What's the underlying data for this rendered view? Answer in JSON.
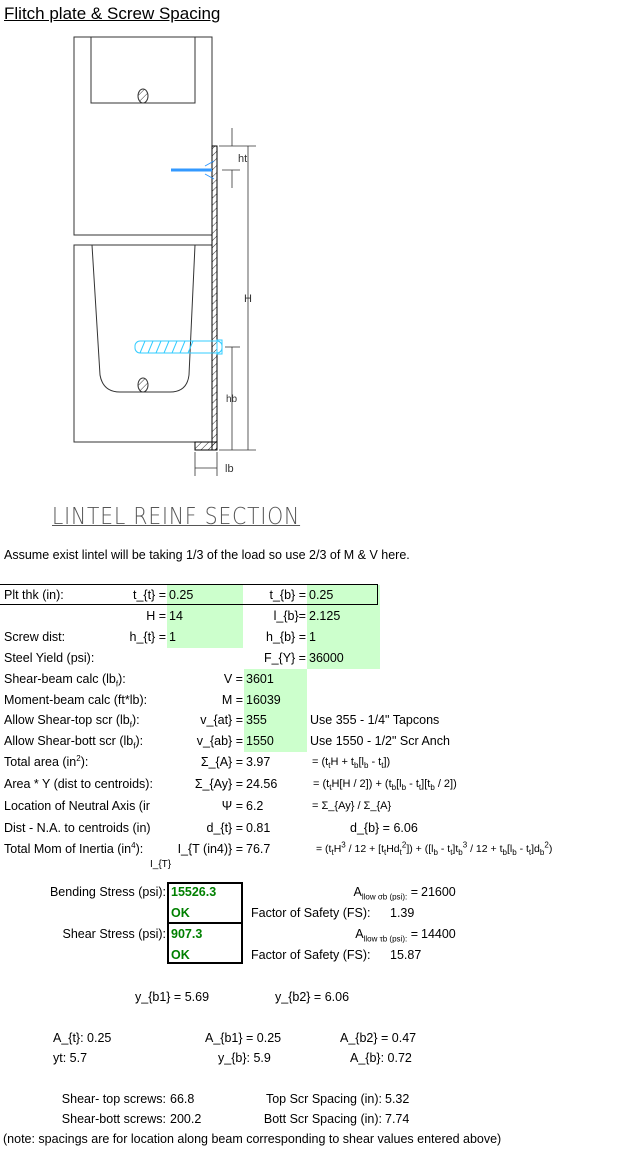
{
  "title": "Flitch plate & Screw Spacing",
  "drawing": {
    "caption": "LINTEL REINF SECTION",
    "dims": {
      "ht": "ht",
      "H": "H",
      "hb": "hb",
      "lb": "lb"
    },
    "colors": {
      "top_screw": "#3399ff",
      "bottom_screw": "#33ccff"
    }
  },
  "assumption": "Assume exist lintel will be taking 1/3 of the load so use 2/3 of M & V here.",
  "inputs": {
    "plt_thk_label": "Plt thk (in):",
    "tt_sym": "t_{t} =",
    "tt": "0.25",
    "tb_sym": "t_{b} =",
    "tb": "0.25",
    "H_sym": "H =",
    "H": "14",
    "lb_sym": "l_{b}=",
    "lb": "2.125",
    "screw_label": "Screw dist:",
    "ht_sym": "h_{t} =",
    "ht": "1",
    "hb_sym": "h_{b} =",
    "hb": "1",
    "steel_label": "Steel Yield (psi):",
    "fy_sym": "F_{Y} =",
    "fy": "36000",
    "shear_label": "Shear-beam calc (lb_{f}):",
    "v_sym": "V =",
    "v": "3601",
    "moment_label": "Moment-beam calc (ft*lb):",
    "m_sym": "M =",
    "m": "16039",
    "vat_label": "Allow Shear-top scr (lb_{f}):",
    "vat_sym": "v_{at} =",
    "vat": "355",
    "vat_note": "Use 355 - 1/4\" Tapcons",
    "vab_label": "Allow Shear-bott scr (lb_{f}):",
    "vab_sym": "v_{ab} =",
    "vab": "1550",
    "vab_note": "Use 1550 - 1/2\" Scr Anch"
  },
  "calcs": {
    "area_label": "Total area (in^{2}):",
    "area_sym": "Σ_{A} =",
    "area": "3.97",
    "area_formula": "= (t_{t}H + t_{b}[l_{b} - t_{t}])",
    "ay_label": "Area * Y (dist to centroids):",
    "ay_sym": "Σ_{Ay} =",
    "ay": "24.56",
    "ay_formula": "= (t_{t}H[H / 2]) + (t_{b}[l_{b} - t_{t}][t_{b} / 2])",
    "na_label": "Location of Neutral Axis (ir",
    "na_sym": "Ψ =",
    "na": "6.2",
    "na_formula": "= Σ_{Ay} / Σ_{A}",
    "d_label": "Dist - N.A. to centroids (in)",
    "dt_sym": "d_{t} =",
    "dt": "0.81",
    "db_text": "d_{b} = 6.06",
    "i_label": "Total Mom of Inertia (in^{4}):",
    "i_sym": "I_{T (in4)} =",
    "i": "76.7",
    "i_formula": "= (t_{t}H^{3} / 12 + [t_{t}Hd_{t}^{2}]) + ([l_{b} - t_{t}]t_{b}^{3} / 12 + t_{b}[l_{b} - t_{t}]d_{b}^{2})",
    "it_mark": "I_{T}"
  },
  "stress": {
    "bending_label": "Bending Stress (psi):",
    "bending": "15526.3",
    "bending_status": "OK",
    "allow_b_label": "A_{llow σb (psi):} =",
    "allow_b": "21600",
    "fs_b_label": "Factor of Safety (FS):",
    "fs_b": "1.39",
    "shear_label": "Shear Stress (psi):",
    "shear": "907.3",
    "shear_status": "OK",
    "allow_s_label": "A_{llow τb (psi):} =",
    "allow_s": "14400",
    "fs_s_label": "Factor of Safety (FS):",
    "fs_s": "15.87"
  },
  "centroids": {
    "yb1": "y_{b1} = 5.69",
    "yb2": "y_{b2} = 6.06",
    "at": "A_{t}: 0.25",
    "ab1": "A_{b1} = 0.25",
    "ab2": "A_{b2} = 0.47",
    "yt": "yt: 5.7",
    "yb": "y_{b}: 5.9",
    "ab": "A_{b}: 0.72"
  },
  "screws": {
    "top_label": "Shear- top screws:",
    "top": "66.8",
    "bott_label": "Shear-bott screws:",
    "bott": "200.2",
    "top_sp_label": "Top Scr Spacing (in):",
    "top_sp": "5.32",
    "bott_sp_label": "Bott Scr Spacing (in):",
    "bott_sp": "7.74",
    "note": "(note: spacings are for location along beam corresponding to shear values entered above)"
  }
}
